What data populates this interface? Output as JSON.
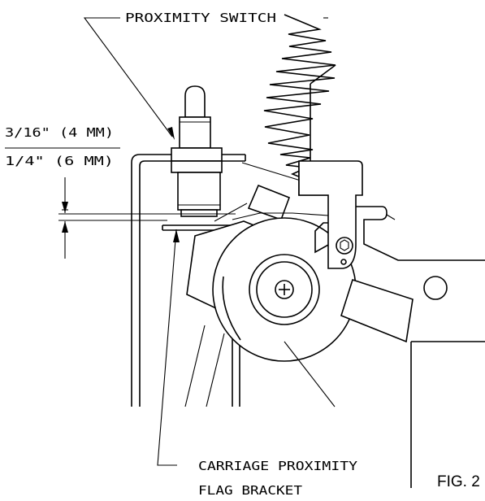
{
  "labels": {
    "proximity_switch": "PROXIMITY SWITCH",
    "dim_top": "3/16\" (4 MM)",
    "dim_bottom": "1/4\"  (6 MM)",
    "flag_line1": "CARRIAGE PROXIMITY",
    "flag_line2": "FLAG BRACKET",
    "figure": "FIG. 2"
  }
}
